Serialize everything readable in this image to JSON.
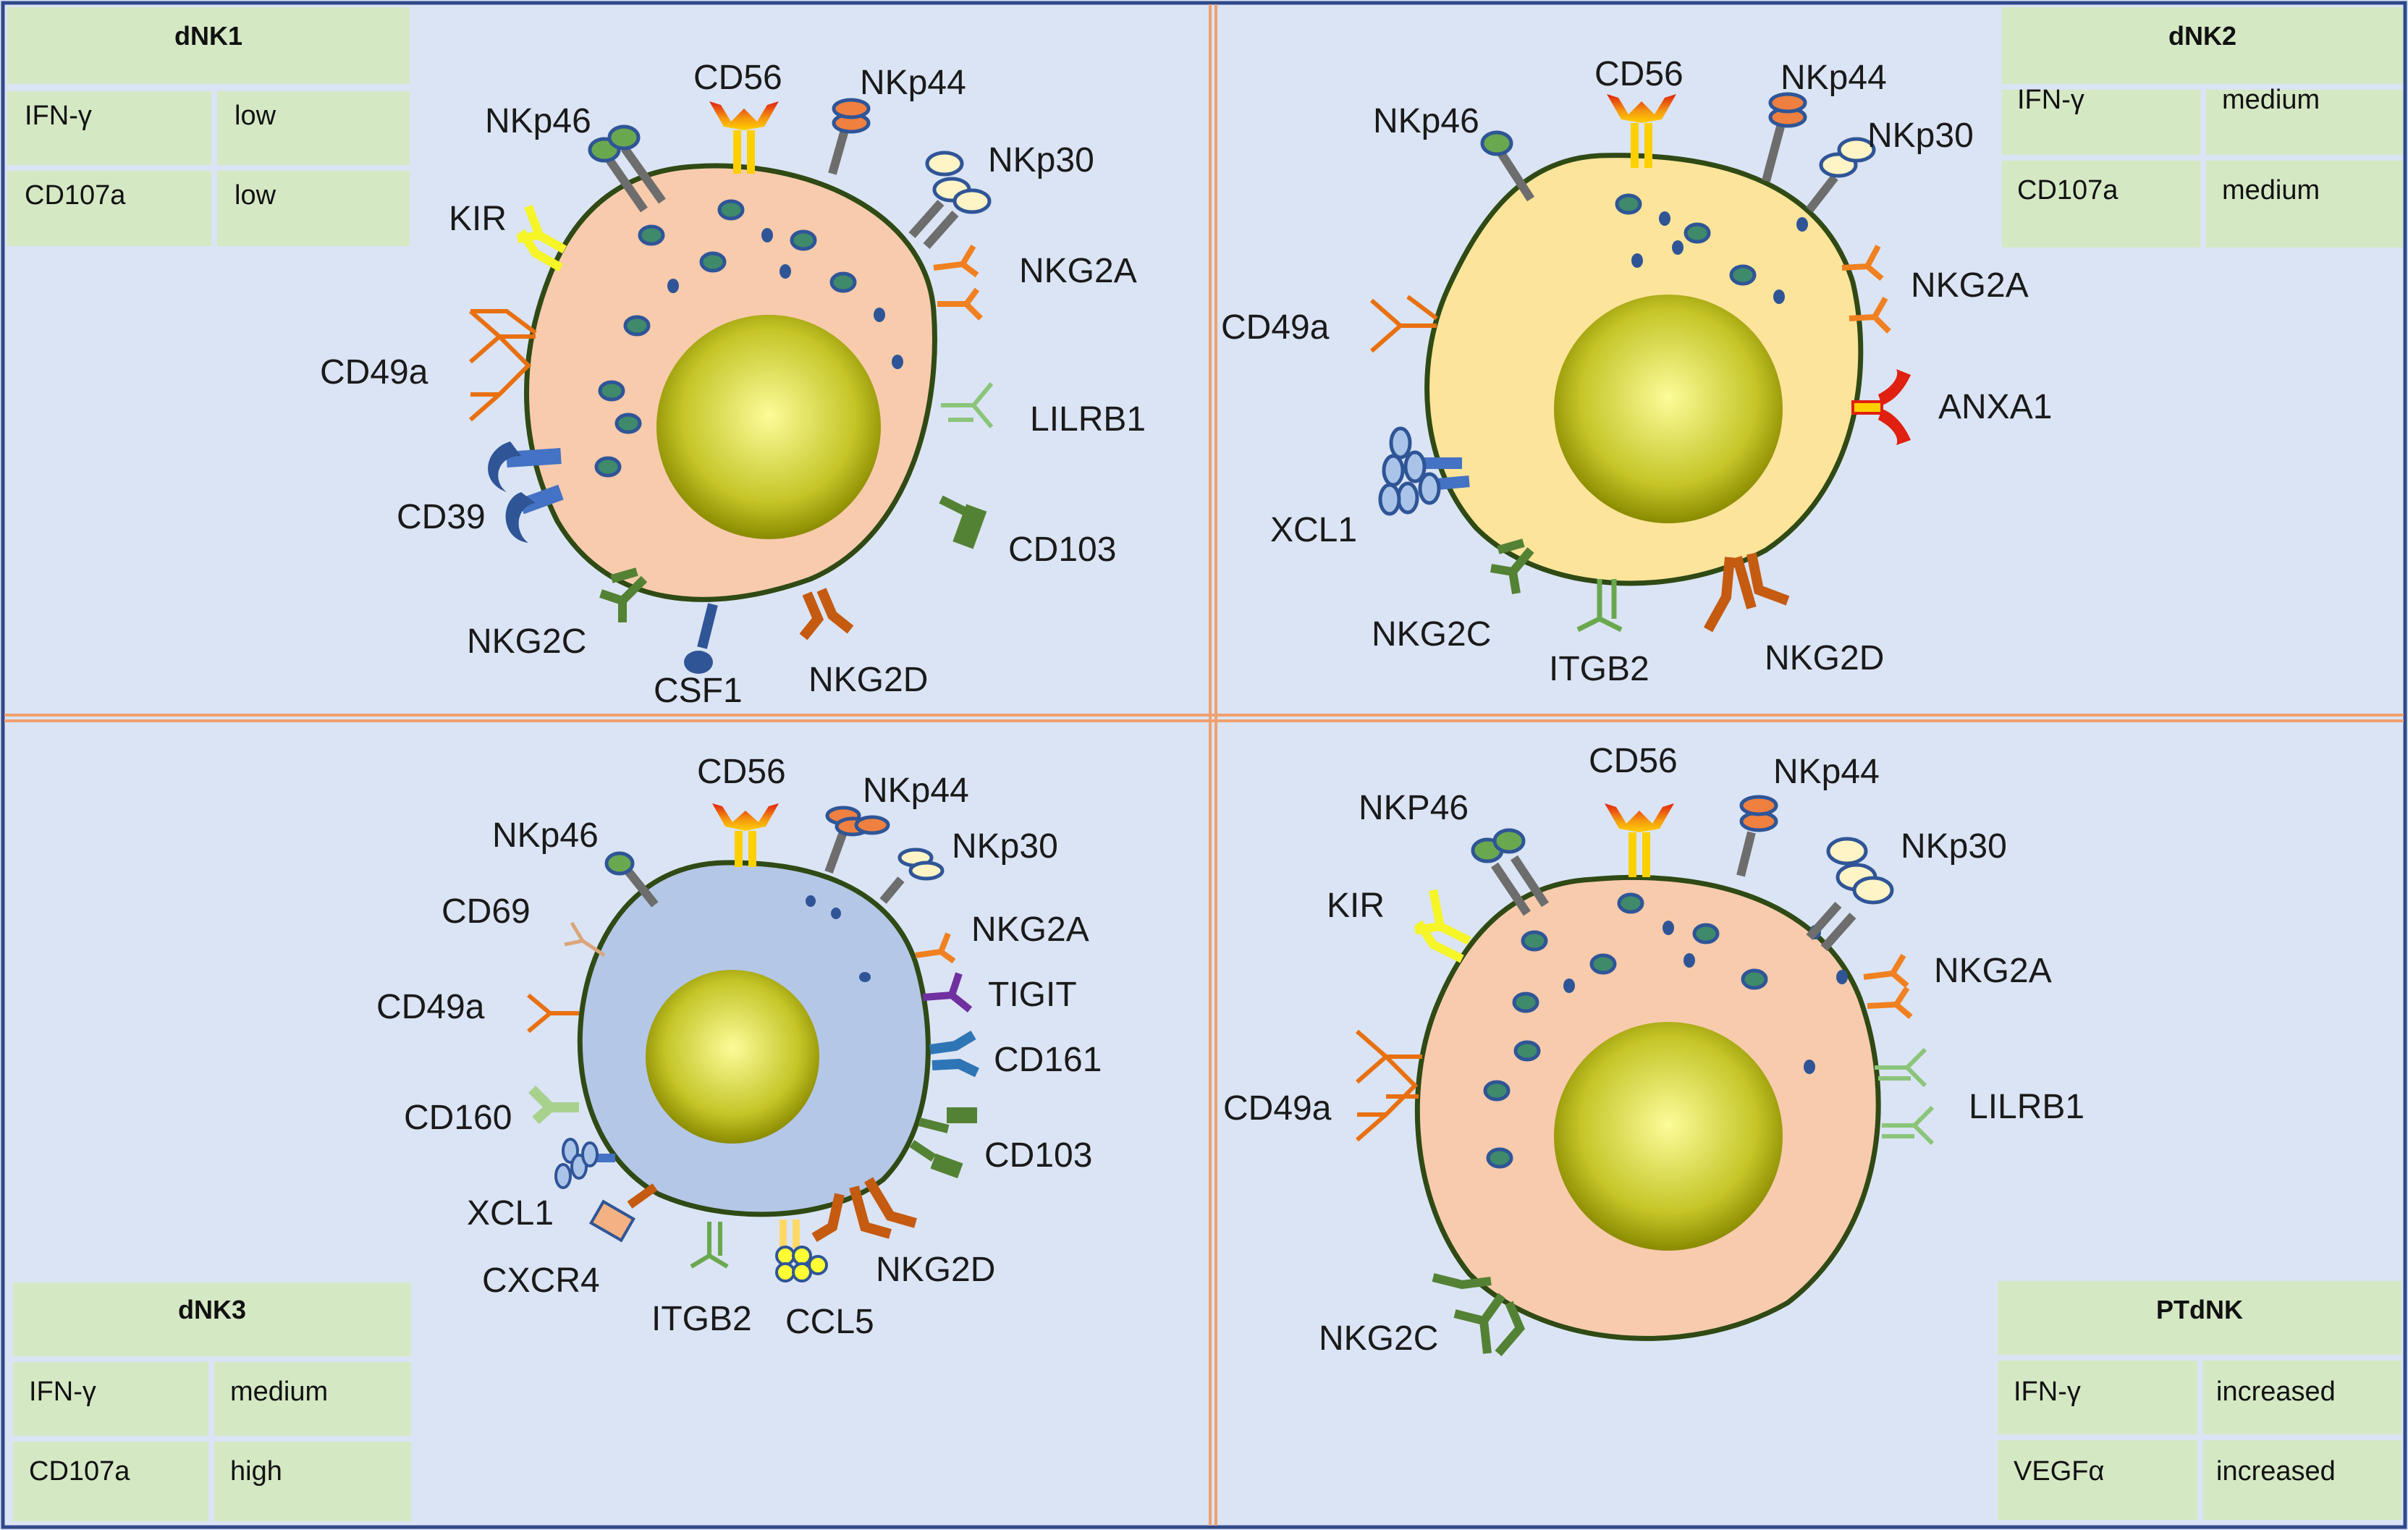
{
  "colors": {
    "background": "#dbe4f4",
    "table_fill": "#d5e8c4",
    "separator": "#f0a070",
    "membrane": "#2f4a14",
    "dnk1_cytoplasm": "#f8cbad",
    "dnk2_cytoplasm": "#fde49b",
    "dnk3_cytoplasm": "#b4c7e7",
    "ptdnk_cytoplasm": "#f8cbad",
    "nucleus_light": "#fcfc9a",
    "nucleus_dark": "#8a8a00",
    "granule": "#2f5597"
  },
  "panels": [
    {
      "id": "dnk1",
      "table": {
        "title": "dNK1",
        "rows": [
          [
            "IFN-γ",
            "low"
          ],
          [
            "CD107a",
            "low"
          ]
        ]
      },
      "markers": [
        "NKp46",
        "CD56",
        "NKp44",
        "NKp30",
        "KIR",
        "NKG2A",
        "CD49a",
        "LILRB1",
        "CD39",
        "CD103",
        "NKG2C",
        "CSF1",
        "NKG2D"
      ]
    },
    {
      "id": "dnk2",
      "table": {
        "title": "dNK2",
        "rows": [
          [
            "IFN-γ",
            "medium"
          ],
          [
            "CD107a",
            "medium"
          ]
        ]
      },
      "markers": [
        "NKp46",
        "CD56",
        "NKp44",
        "NKp30",
        "NKG2A",
        "CD49a",
        "ANXA1",
        "XCL1",
        "NKG2C",
        "ITGB2",
        "NKG2D"
      ]
    },
    {
      "id": "dnk3",
      "table": {
        "title": "dNK3",
        "rows": [
          [
            "IFN-γ",
            "medium"
          ],
          [
            "CD107a",
            "high"
          ]
        ]
      },
      "markers": [
        "NKp46",
        "CD56",
        "NKp44",
        "NKp30",
        "CD69",
        "NKG2A",
        "TIGIT",
        "CD49a",
        "CD161",
        "CD160",
        "CD103",
        "XCL1",
        "CXCR4",
        "ITGB2",
        "CCL5",
        "NKG2D"
      ]
    },
    {
      "id": "ptdnk",
      "table": {
        "title": "PTdNK",
        "rows": [
          [
            "IFN-γ",
            "increased"
          ],
          [
            "VEGFα",
            "increased"
          ]
        ]
      },
      "markers": [
        "NKP46",
        "CD56",
        "NKp44",
        "NKp30",
        "KIR",
        "NKG2A",
        "CD49a",
        "LILRB1",
        "NKG2C"
      ]
    }
  ]
}
